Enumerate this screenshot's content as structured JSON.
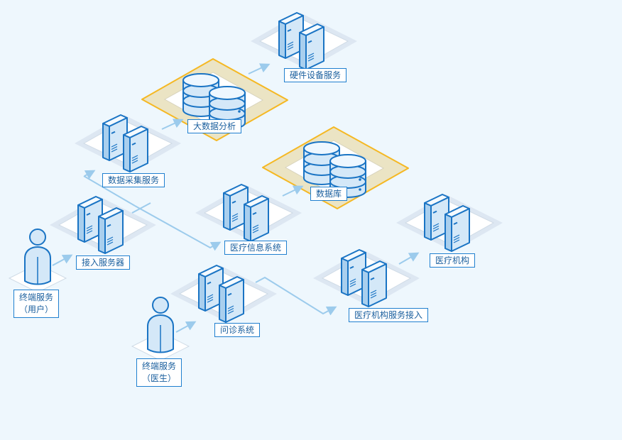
{
  "colors": {
    "background": "#eef7fd",
    "arrow": "#9ccbec",
    "server_front": "#d4e8f8",
    "server_stroke": "#1a74c4",
    "highlight_fill": "#ebe4c4",
    "highlight_stroke": "#f5b823",
    "label_border": "#1f7fcf",
    "label_text": "#1a5f9e"
  },
  "nodes": {
    "hardware": {
      "label": "硬件设备服务",
      "icon": "server-pair"
    },
    "bigdata": {
      "label": "大数据分析",
      "icon": "database-pair"
    },
    "collect": {
      "label": "数据采集服务",
      "icon": "server-pair"
    },
    "database": {
      "label": "数据库",
      "icon": "database-pair"
    },
    "hospital_info": {
      "label": "医疗信息系统",
      "icon": "server-pair"
    },
    "hospital": {
      "label": "医疗机构",
      "icon": "server-pair"
    },
    "access_server": {
      "label": "接入服务器",
      "icon": "server-pair"
    },
    "terminal_user": {
      "line1": "终端服务",
      "line2": "（用户）",
      "icon": "user"
    },
    "consult": {
      "label": "问诊系统",
      "icon": "server-pair"
    },
    "hospital_access": {
      "label": "医疗机构服务接入",
      "icon": "server-pair"
    },
    "terminal_doctor": {
      "line1": "终端服务",
      "line2": "（医生）",
      "icon": "user"
    }
  }
}
